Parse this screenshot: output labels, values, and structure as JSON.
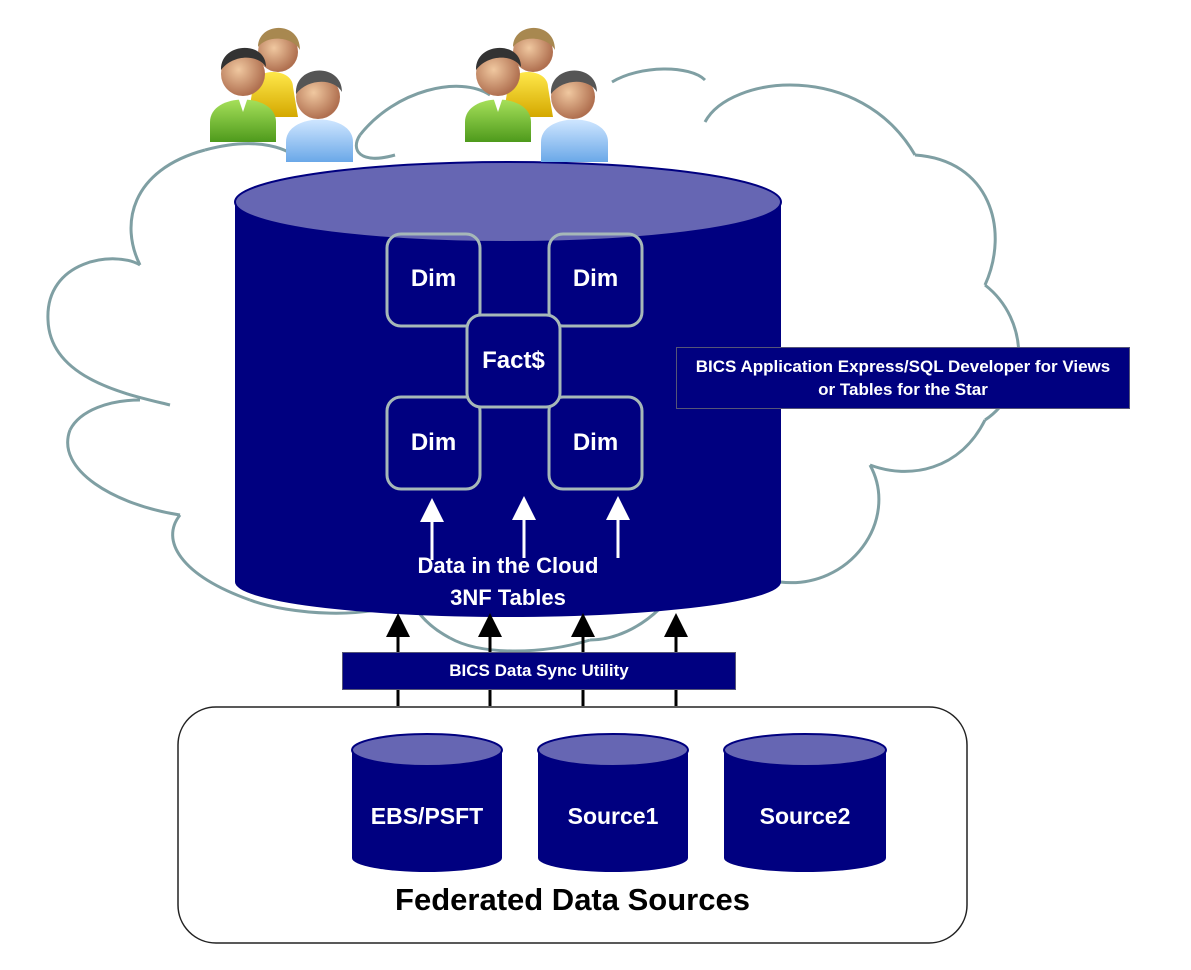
{
  "diagram": {
    "dims": [
      "Dim",
      "Dim",
      "Dim",
      "Dim"
    ],
    "fact": "Fact$",
    "cloud_db": {
      "line1": "Data in the Cloud",
      "line2": "3NF Tables"
    },
    "apex_box": "BICS Application Express/SQL Developer for Views or Tables for the Star",
    "sync_utility": "BICS Data Sync Utility",
    "sources": [
      "EBS/PSFT",
      "Source1",
      "Source2"
    ],
    "federated_title": "Federated Data Sources",
    "colors": {
      "db_body": "#000080",
      "db_top": "#6666b3",
      "cloud_stroke": "#7f9fa3",
      "table_stroke": "#a6b8b8"
    },
    "icons": [
      "user-group-icon",
      "user-group-icon"
    ]
  }
}
